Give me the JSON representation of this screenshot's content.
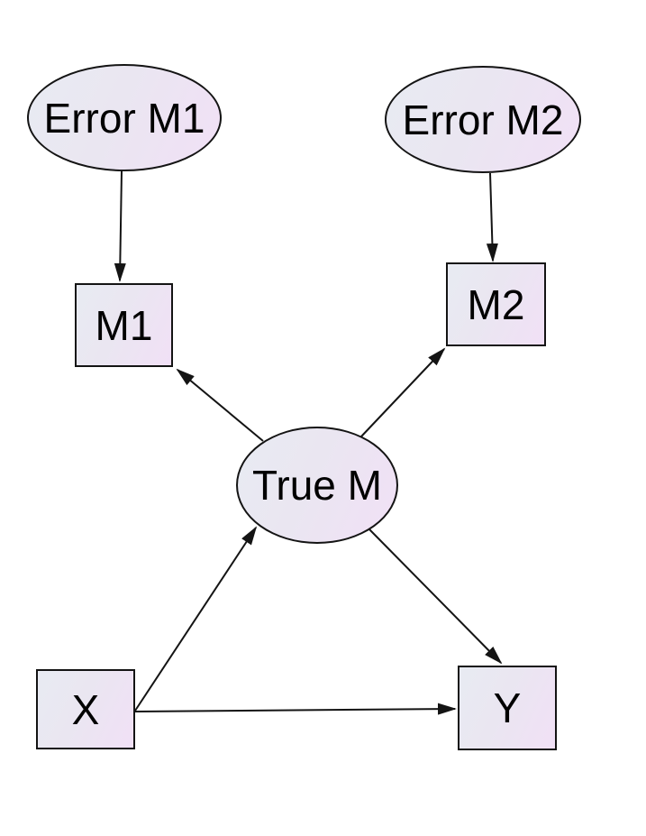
{
  "diagram": {
    "title": "",
    "background_color": "#ffffff",
    "node_fill_start_color": "#e8ebf2",
    "node_fill_end_color": "#f1e0f6",
    "node_border_color": "#141414",
    "edge_color": "#141414",
    "text_color": "#000000",
    "nodes": [
      {
        "id": "error-m1",
        "label": "Error M1",
        "shape": "ellipse"
      },
      {
        "id": "error-m2",
        "label": "Error M2",
        "shape": "ellipse"
      },
      {
        "id": "m1",
        "label": "M1",
        "shape": "rect"
      },
      {
        "id": "m2",
        "label": "M2",
        "shape": "rect"
      },
      {
        "id": "true-m",
        "label": "True M",
        "shape": "ellipse"
      },
      {
        "id": "x",
        "label": "X",
        "shape": "rect"
      },
      {
        "id": "y",
        "label": "Y",
        "shape": "rect"
      }
    ],
    "edges": [
      {
        "from": "error-m1",
        "to": "m1"
      },
      {
        "from": "error-m2",
        "to": "m2"
      },
      {
        "from": "true-m",
        "to": "m1"
      },
      {
        "from": "true-m",
        "to": "m2"
      },
      {
        "from": "x",
        "to": "true-m"
      },
      {
        "from": "true-m",
        "to": "y"
      },
      {
        "from": "x",
        "to": "y"
      }
    ]
  }
}
